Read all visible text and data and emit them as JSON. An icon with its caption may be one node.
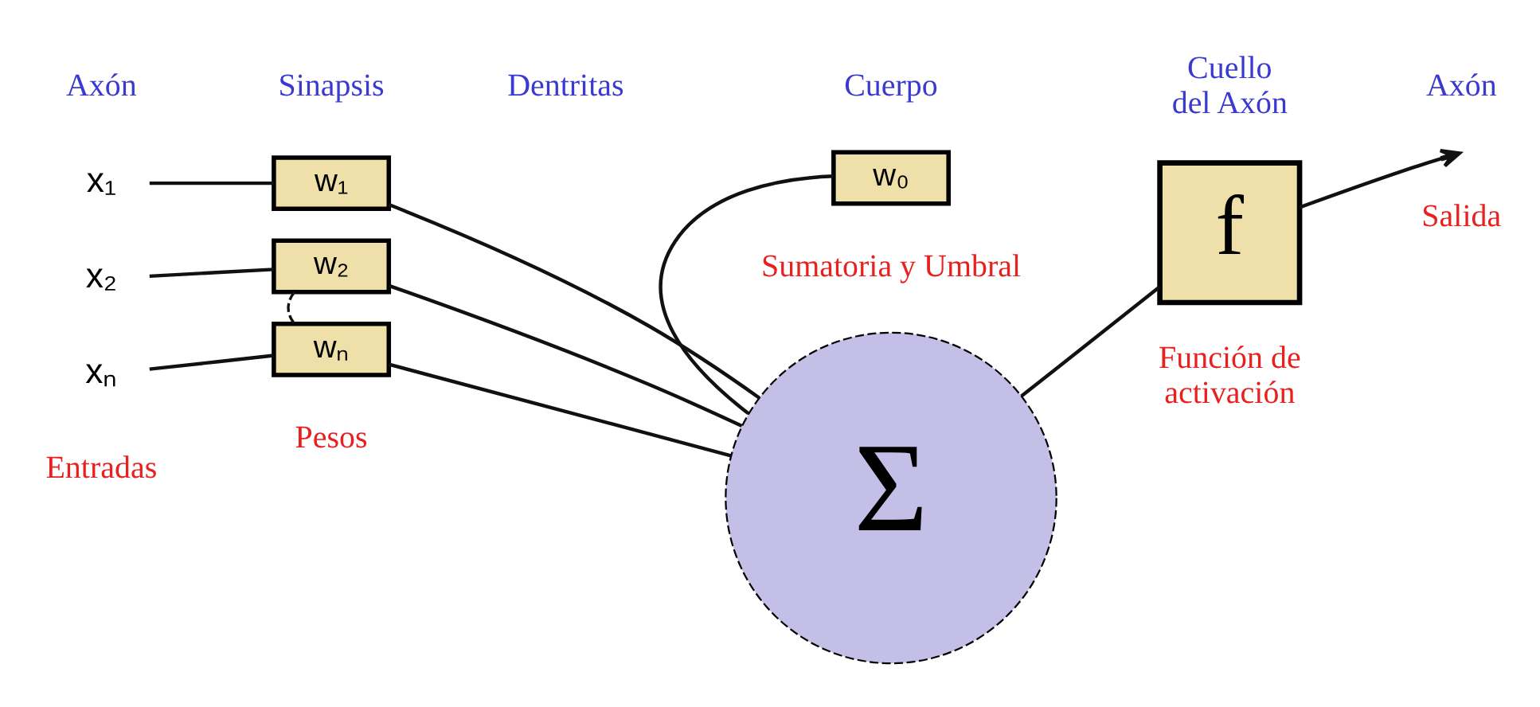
{
  "diagram": {
    "nodes": [
      {
        "text": [
          "x₁"
        ]
      },
      {
        "text": [
          "w₁"
        ]
      },
      {
        "text": [
          "x₂"
        ]
      },
      {
        "text": [
          "w₂"
        ]
      },
      {
        "text": [
          "xₙ"
        ]
      },
      {
        "text": [
          "wₙ"
        ]
      },
      {
        "text": [
          "Σ"
        ]
      },
      {
        "text": [
          "w₀"
        ]
      },
      {
        "text": [
          "f"
        ]
      }
    ],
    "edges": [
      {
        "from": 0,
        "to": 1,
        "arrow": "none"
      },
      {
        "from": 2,
        "to": 3,
        "arrow": "none"
      },
      {
        "from": 4,
        "to": 5,
        "arrow": "none"
      },
      {
        "from": 3,
        "to": 5,
        "arrow": "none",
        "style": "dashed"
      },
      {
        "from": 1,
        "to": 6,
        "arrow": "none"
      },
      {
        "from": 3,
        "to": 6,
        "arrow": "none"
      },
      {
        "from": 5,
        "to": 6,
        "arrow": "none"
      },
      {
        "from": 7,
        "to": 6,
        "arrow": "none"
      },
      {
        "from": 6,
        "to": 8,
        "arrow": "none"
      },
      {
        "from": 8,
        "to": null,
        "arrow": "to"
      }
    ],
    "labels": [
      "Axón",
      "Sinapsis",
      "Dentritas",
      "Cuerpo",
      "Cuello del Axón",
      "Axón",
      "Salida",
      "Función de activación",
      "Entradas",
      "Pesos",
      "Sumatoria y Umbral"
    ]
  }
}
